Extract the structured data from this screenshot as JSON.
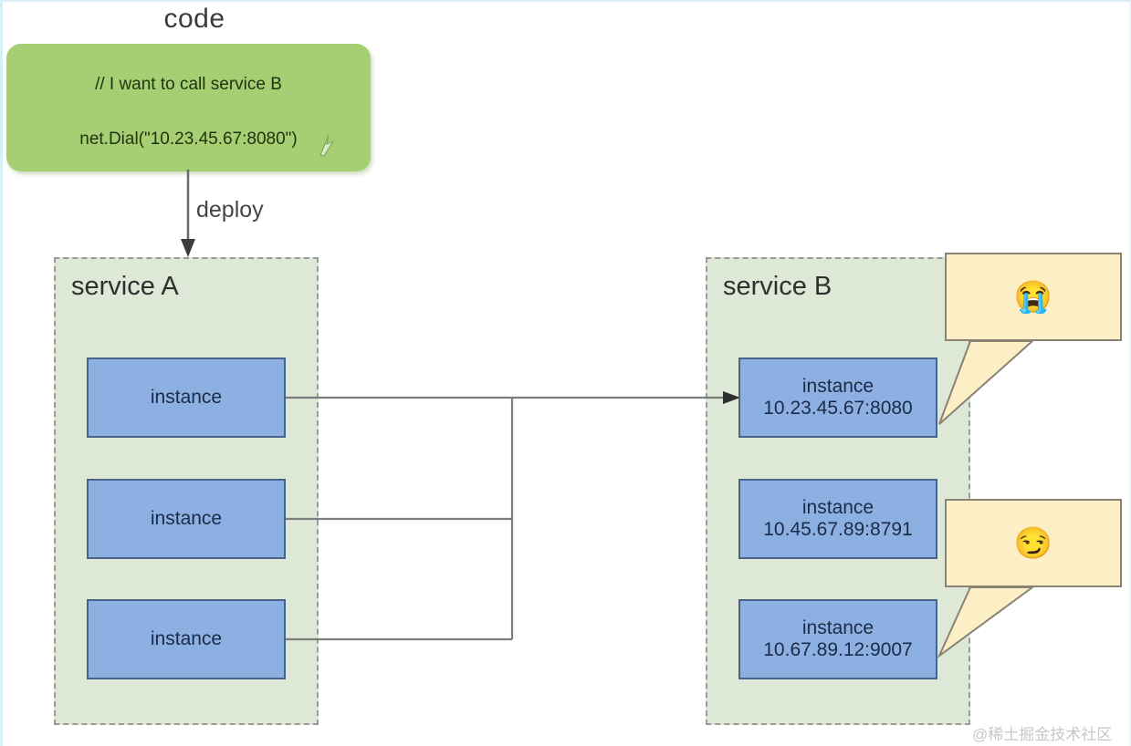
{
  "diagram": {
    "title": "code",
    "code_box": {
      "comment": "// I want to call service B",
      "call": "net.Dial(\"10.23.45.67:8080\")",
      "fill_color": "#a5cf72",
      "cursor_icon": "text-cursor-icon"
    },
    "deploy_edge": {
      "label": "deploy",
      "arrow_icon": "arrow-down-icon"
    },
    "services": [
      {
        "id": "service-a",
        "label": "service A",
        "fill_color": "#dde8d6",
        "border_color": "#9a9a9a",
        "instances": [
          {
            "title": "instance",
            "address": ""
          },
          {
            "title": "instance",
            "address": ""
          },
          {
            "title": "instance",
            "address": ""
          }
        ]
      },
      {
        "id": "service-b",
        "label": "service B",
        "fill_color": "#dde8d6",
        "border_color": "#9a9a9a",
        "instances": [
          {
            "title": "instance",
            "address": "10.23.45.67:8080"
          },
          {
            "title": "instance",
            "address": "10.45.67.89:8791"
          },
          {
            "title": "instance",
            "address": "10.67.89.12:9007"
          }
        ]
      }
    ],
    "instance_fill_color": "#8cb0e2",
    "instance_border_color": "#4a6489",
    "connection": {
      "arrow_icon": "arrow-right-icon",
      "from": "service A instances",
      "to": "instance 10.23.45.67:8080"
    },
    "callouts": [
      {
        "id": "callout-1",
        "emoji": "😭",
        "emoji_name": "loudly-crying-face-emoji",
        "fill_color": "#fcefc6",
        "border_color": "#8a8272",
        "points_to": "instance 10.23.45.67:8080"
      },
      {
        "id": "callout-2",
        "emoji": "😏",
        "emoji_name": "smirking-face-emoji",
        "fill_color": "#fcefc6",
        "border_color": "#8a8272",
        "points_to": "instance 10.67.89.12:9007"
      }
    ],
    "watermark": "@稀土掘金技术社区"
  }
}
